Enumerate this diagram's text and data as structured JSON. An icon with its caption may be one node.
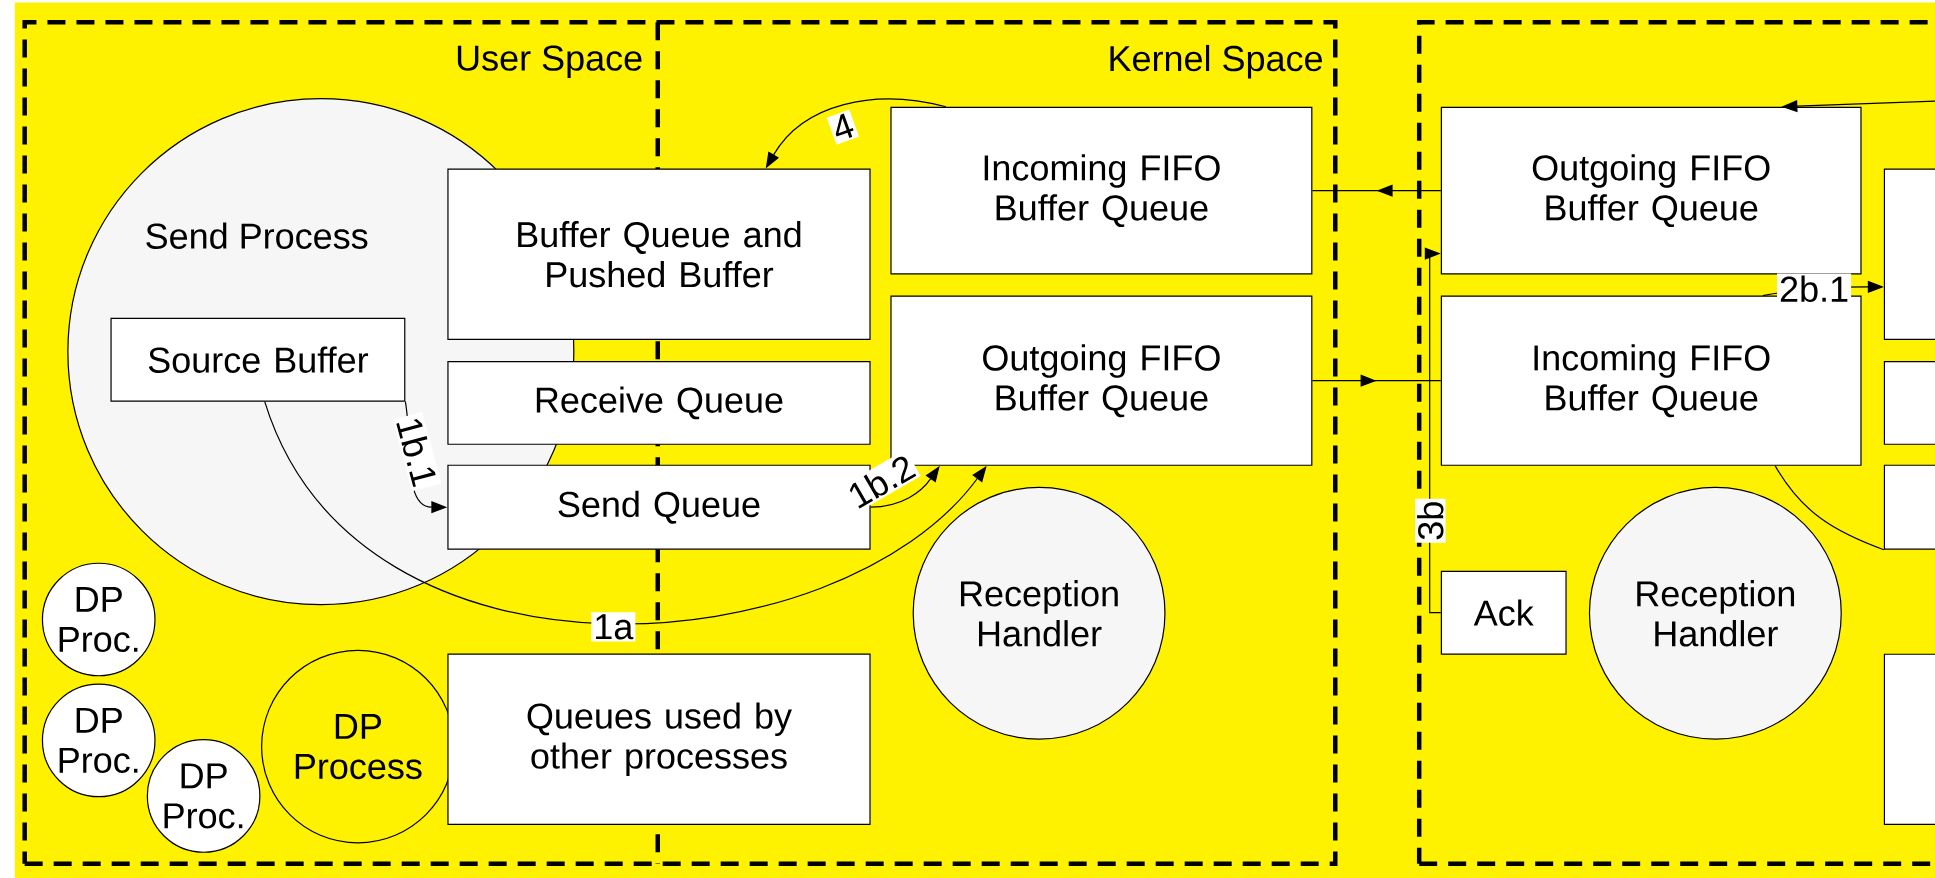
{
  "diagram": {
    "nodes": [
      {
        "text": [],
        "shape": "box"
      },
      {
        "text": [
          "Send Process"
        ],
        "in": 0
      },
      {
        "text": [
          "Source Buffer"
        ],
        "in": 1
      },
      {
        "text": [
          "Buffer Queue and Pushed Buffer"
        ],
        "in": 0
      },
      {
        "text": [
          "Receive Queue"
        ],
        "in": 0
      },
      {
        "text": [
          "Send Queue"
        ],
        "in": 0
      },
      {
        "text": [
          "Queues used by other processes"
        ],
        "in": 0
      },
      {
        "text": [
          "DP Proc."
        ],
        "in": 0
      },
      {
        "text": [
          "DP Proc."
        ],
        "in": 0
      },
      {
        "text": [
          "DP Proc."
        ],
        "in": 0
      },
      {
        "text": [
          "DP Process"
        ],
        "in": 0
      },
      {
        "text": [
          "Incoming FIFO Buffer Queue"
        ],
        "in": 0
      },
      {
        "text": [
          "Outgoing FIFO Buffer Queue"
        ],
        "in": 0
      },
      {
        "text": [
          "Reception Handler"
        ],
        "in": 0
      },
      {
        "text": [],
        "shape": "box"
      },
      {
        "text": [
          "Outgoing FIFO Buffer Queue"
        ],
        "in": 14
      },
      {
        "text": [
          "Incoming FIFO Buffer Queue"
        ],
        "in": 14
      },
      {
        "text": [
          "Ack"
        ],
        "in": 14
      },
      {
        "text": [
          "Reception Handler"
        ],
        "in": 14
      },
      {
        "text": [],
        "shape": "box",
        "in": 14
      },
      {
        "text": [],
        "shape": "box",
        "in": 14
      },
      {
        "text": [],
        "shape": "box",
        "in": 14
      },
      {
        "text": [],
        "shape": "box",
        "in": 14
      }
    ],
    "edges": [
      {
        "from": 2,
        "to": 5,
        "arrow": "to",
        "label": "1b.1"
      },
      {
        "from": 5,
        "to": 12,
        "arrow": "to",
        "label": "1b.2"
      },
      {
        "from": 2,
        "to": 12,
        "arrow": "to",
        "label": "1a"
      },
      {
        "from": 11,
        "to": 3,
        "arrow": "to",
        "label": "4"
      },
      {
        "from": 15,
        "to": 11,
        "arrow": "to"
      },
      {
        "from": 12,
        "to": 16,
        "arrow": "to"
      },
      {
        "from": 17,
        "to": 15,
        "arrow": "to",
        "label": "3b"
      },
      {
        "from": 16,
        "to": 19,
        "arrow": "to",
        "label": "2b.1"
      },
      {
        "from": null,
        "to": 15,
        "arrow": "to"
      },
      {
        "from": 16,
        "to": 21,
        "arrow": "none"
      }
    ],
    "labels": [
      "User Space",
      "Kernel Space"
    ]
  }
}
